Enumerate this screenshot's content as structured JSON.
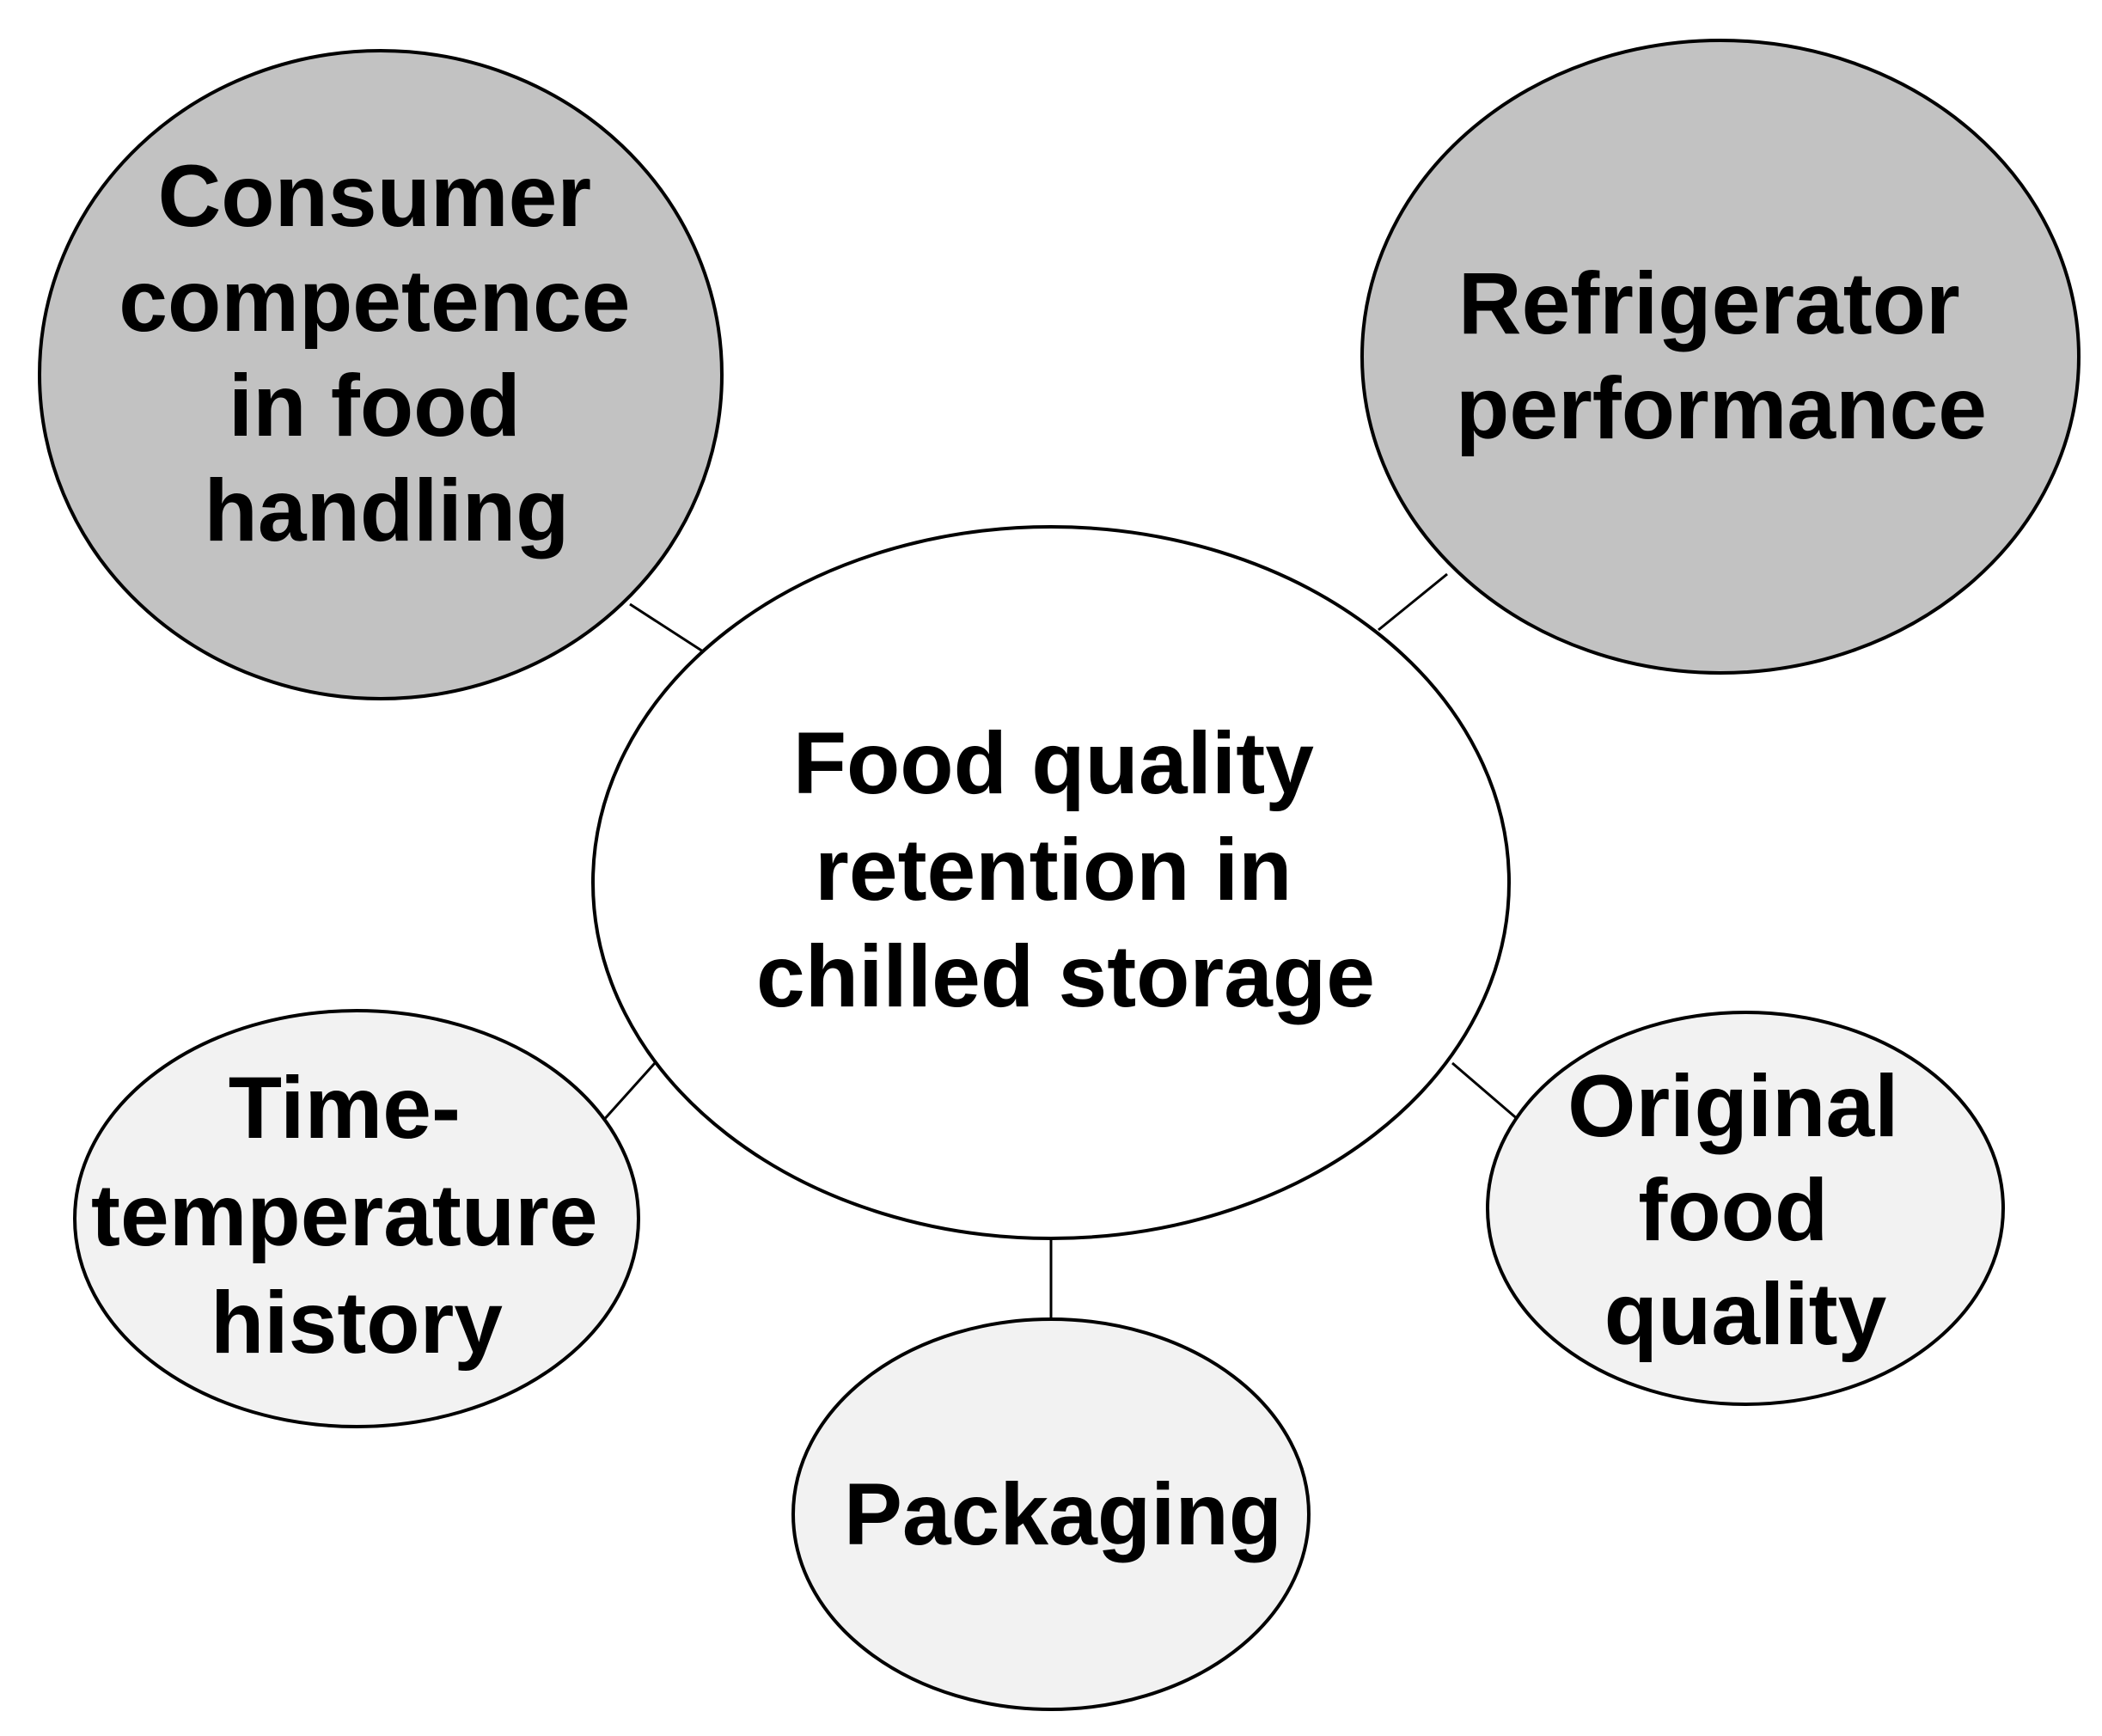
{
  "colors": {
    "dark_fill": "#c2c2c2",
    "light_fill": "#f2f2f2",
    "center_fill": "#ffffff",
    "stroke": "#000000"
  },
  "center": {
    "lines": [
      "Food quality",
      "retention in",
      "chilled storage"
    ]
  },
  "nodes": {
    "consumer": {
      "lines": [
        "Consumer",
        "competence",
        "in food",
        "handling"
      ]
    },
    "refrigerator": {
      "lines": [
        "Refrigerator",
        "performance"
      ]
    },
    "time_temperature": {
      "lines": [
        "Time-",
        "temperature",
        "history"
      ]
    },
    "packaging": {
      "lines": [
        "Packaging"
      ]
    },
    "original": {
      "lines": [
        "Original",
        "food",
        "quality"
      ]
    }
  }
}
